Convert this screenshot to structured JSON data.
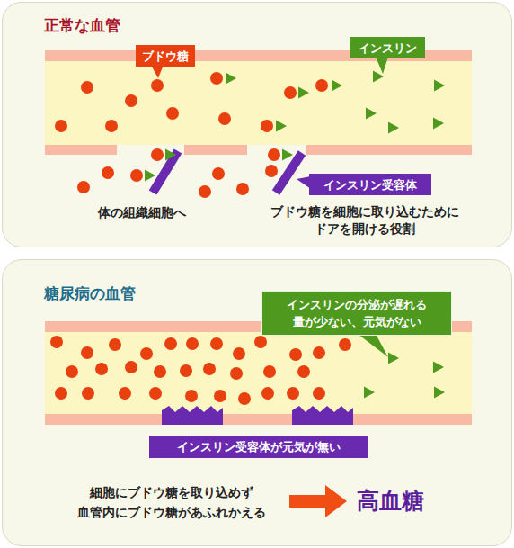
{
  "diagram": {
    "nodes": [
      {
        "text": [
          "正常な血管"
        ]
      },
      {
        "text": [
          "ブドウ糖"
        ],
        "in": 0
      },
      {
        "text": [
          "インスリン"
        ],
        "in": 0
      },
      {
        "text": [
          "インスリン受容体"
        ],
        "in": 0
      },
      {
        "text": [
          "糖尿病の血管"
        ]
      },
      {
        "text": [
          "インスリンの分泌が遅れる 量が少ない、元気がない"
        ],
        "in": 4
      },
      {
        "text": [
          "インスリン受容体が元気が無い"
        ],
        "in": 4
      }
    ],
    "labels": [
      "体の組織細胞へ",
      "ブドウ糖を細胞に取り込むために ドアを開ける役割",
      "細胞にブドウ糖を取り込めず 血管内にブドウ糖があふれかえる",
      "高血糖"
    ]
  }
}
